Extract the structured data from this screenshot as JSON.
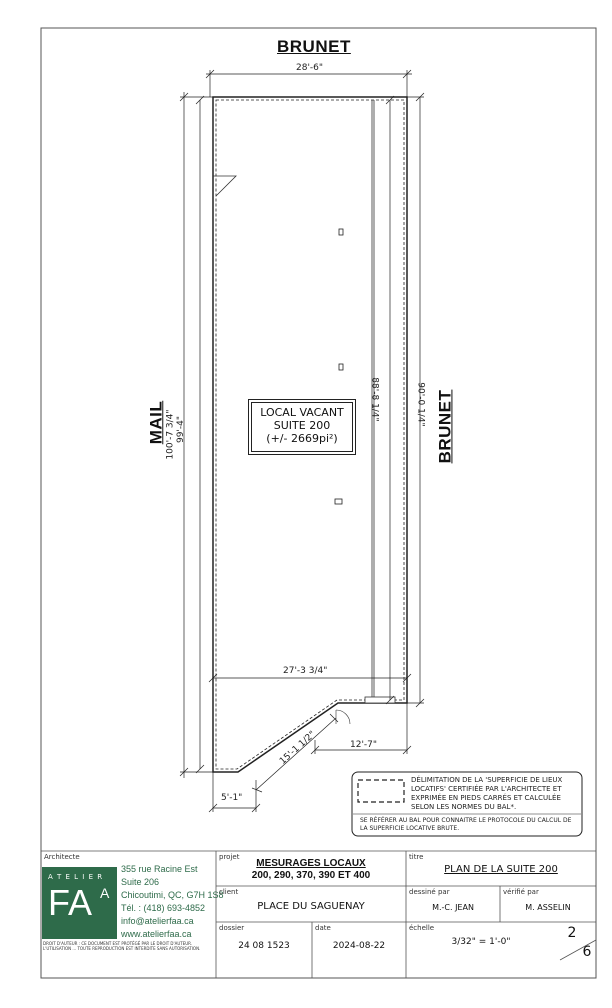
{
  "streets": {
    "top": "BRUNET",
    "right": "BRUNET",
    "left": "MAIL"
  },
  "dimensions": {
    "top_width": "28'-6\"",
    "left_outer": "100'-7 3/4\"",
    "left_inner": "99'-4\"",
    "right_inner": "88'-8 1/4\"",
    "right_outer": "90'-0 1/4\"",
    "bottom_width": "27'-3 3/4\"",
    "diagonal": "15'-1 1/2\"",
    "step": "12'-7\"",
    "small": "5'-1\""
  },
  "room": {
    "line1": "LOCAL VACANT",
    "line2": "SUITE 200",
    "line3": "(+/- 2669pi²)"
  },
  "legend": {
    "text": "DÉLIMITATION DE LA 'SUPERFICIE DE LIEUX LOCATIFS' CERTIFIÉE PAR L'ARCHITECTE ET EXPRIMÉE EN PIEDS CARRÉS ET CALCULÉE SELON LES NORMES DU BAL*.",
    "note": "SE RÉFÉRER AU BAL POUR CONNAITRE LE PROTOCOLE DU CALCUL DE LA SUPERFICIE LOCATIVE BRUTE."
  },
  "titleblock": {
    "architect_label": "Architecte",
    "logo_top": "A T E L I E R",
    "logo_main": "FA",
    "logo_super": "A",
    "address": [
      "355 rue Racine Est",
      "Suite 206",
      "Chicoutimi, QC, G7H 1S8",
      "Tél. : (418) 693-4852",
      "info@atelierfaa.ca",
      "www.atelierfaa.ca"
    ],
    "copyright": "DROIT D'AUTEUR : CE DOCUMENT EST PROTÉGÉ PAR LE DROIT D'AUTEUR. L'UTILISATION ... TOUTE REPRODUCTION EST INTERDITE SANS AUTORISATION.",
    "project_label": "projet",
    "project_line1": "MESURAGES LOCAUX",
    "project_line2": "200, 290, 370, 390 ET 400",
    "client_label": "client",
    "client": "PLACE DU SAGUENAY",
    "dossier_label": "dossier",
    "dossier": "24 08 1523",
    "date_label": "date",
    "date": "2024-08-22",
    "title_label": "titre",
    "title": "PLAN DE LA SUITE  200",
    "drawn_label": "dessiné par",
    "drawn": "M.-C. JEAN",
    "checked_label": "vérifié par",
    "checked": "M. ASSELIN",
    "scale_label": "échelle",
    "scale": "3/32\" = 1'-0\"",
    "sheet": "2",
    "sheet_total": "6"
  }
}
